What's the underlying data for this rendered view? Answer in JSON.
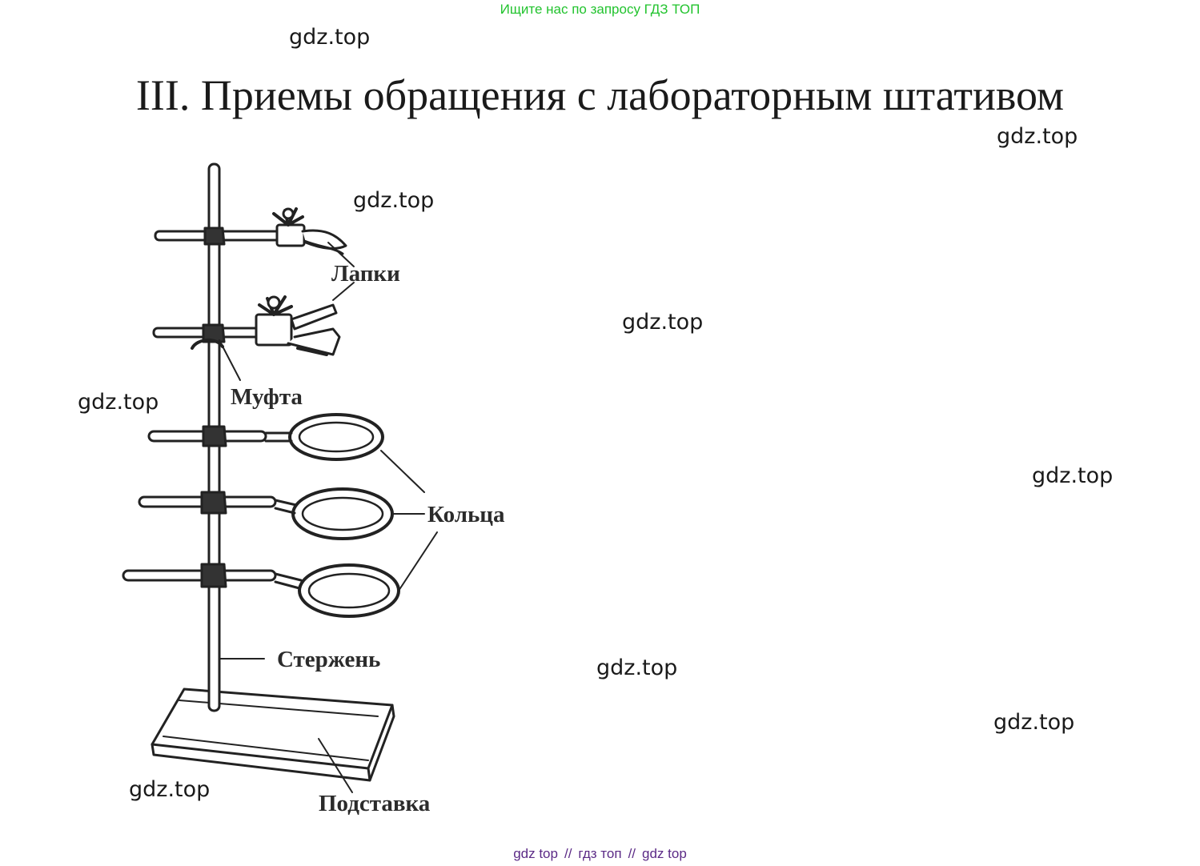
{
  "banner": "Ищите нас по запросу ГДЗ ТОП",
  "title": "III. Приемы обращения с лабораторным штативом",
  "watermark": "gdz.top",
  "diagram": {
    "labels": {
      "claws": "Лапки",
      "clamp": "Муфта",
      "rings": "Кольца",
      "rod": "Стержень",
      "base": "Подставка"
    }
  },
  "footer": {
    "link1": "gdz top",
    "sep1": "//",
    "link2": "гдз топ",
    "sep2": "//",
    "link3": "gdz top"
  }
}
